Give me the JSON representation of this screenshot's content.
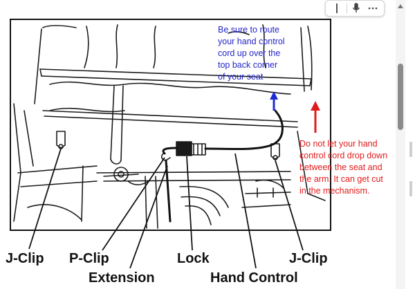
{
  "labels": {
    "j_clip_left": "J-Clip",
    "p_clip": "P-Clip",
    "extension": "Extension",
    "lock": "Lock",
    "hand_control": "Hand Control",
    "j_clip_right": "J-Clip"
  },
  "notes": {
    "route": {
      "lines": [
        "Be sure to route",
        "your hand control",
        "cord up over the",
        "top back corner",
        "of your seat"
      ],
      "color": "#2424c8"
    },
    "warning": {
      "lines": [
        "Do not let your hand",
        "control cord drop down",
        "between the seat and",
        "the arm. It can get cut",
        "in the mechanism."
      ],
      "color": "#e01b1b"
    }
  },
  "toolbar": {
    "icons": [
      "text-cursor-icon",
      "microphone-icon",
      "more-icon"
    ]
  }
}
